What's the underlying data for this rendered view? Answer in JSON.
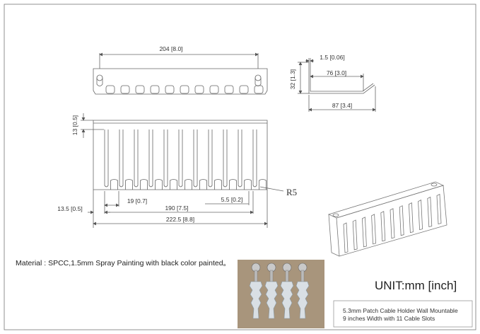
{
  "top_view": {
    "width_label": "204 [8.0]"
  },
  "side_view": {
    "thickness_label": "1.5 [0.06]",
    "flange_label": "76 [3.0]",
    "height_label": "32 [1.3]",
    "depth_label": "87 [3.4]"
  },
  "front_view": {
    "top_margin_label": "13 [0.5]",
    "edge_offset_label": "13.5 [0.5]",
    "slot_pitch_label": "19 [0.7]",
    "slot_span_label": "190 [7.5]",
    "slot_width_label": "5.5 [0.2]",
    "overall_width_label": "222.5 [8.8]",
    "radius_label": "R5",
    "slot_count": 11
  },
  "notes": {
    "material": "Material : SPCC,1.5mm  Spray Painting with black color painted。",
    "unit": "UNIT:mm [inch]"
  },
  "product_description": {
    "line1": "5.3mm Patch Cable Holder Wall Mountable",
    "line2": "9 inches Width with 11 Cable Slots"
  },
  "colors": {
    "line": "#555555",
    "dim_text": "#333333",
    "photo_bg": "#a8957c",
    "anchor": "#d9dfe4"
  }
}
